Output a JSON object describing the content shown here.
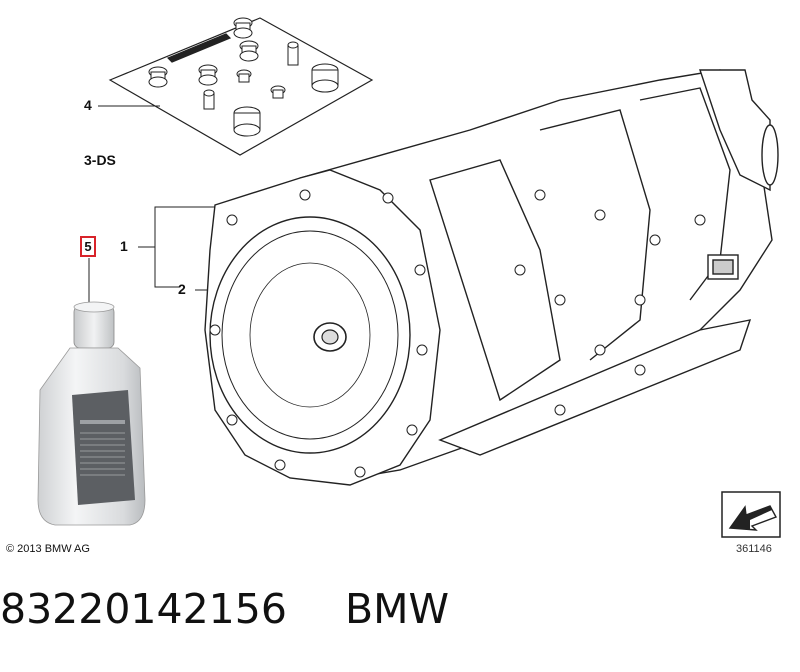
{
  "callouts": {
    "c1": "1",
    "c2": "2",
    "c3": "3-DS",
    "c4": "4",
    "c5": "5"
  },
  "footer": {
    "copyright": "© 2013 BMW AG",
    "diagram_id": "361146"
  },
  "caption": {
    "part_number": "83220142156",
    "brand": "BMW"
  },
  "icons": {
    "orientation": "arrow-orientation-icon",
    "oil_bottle": "oil-bottle-icon",
    "transmission": "transmission-icon",
    "seal_kit": "seal-kit-icon"
  },
  "colors": {
    "highlight": "#d8232a"
  }
}
